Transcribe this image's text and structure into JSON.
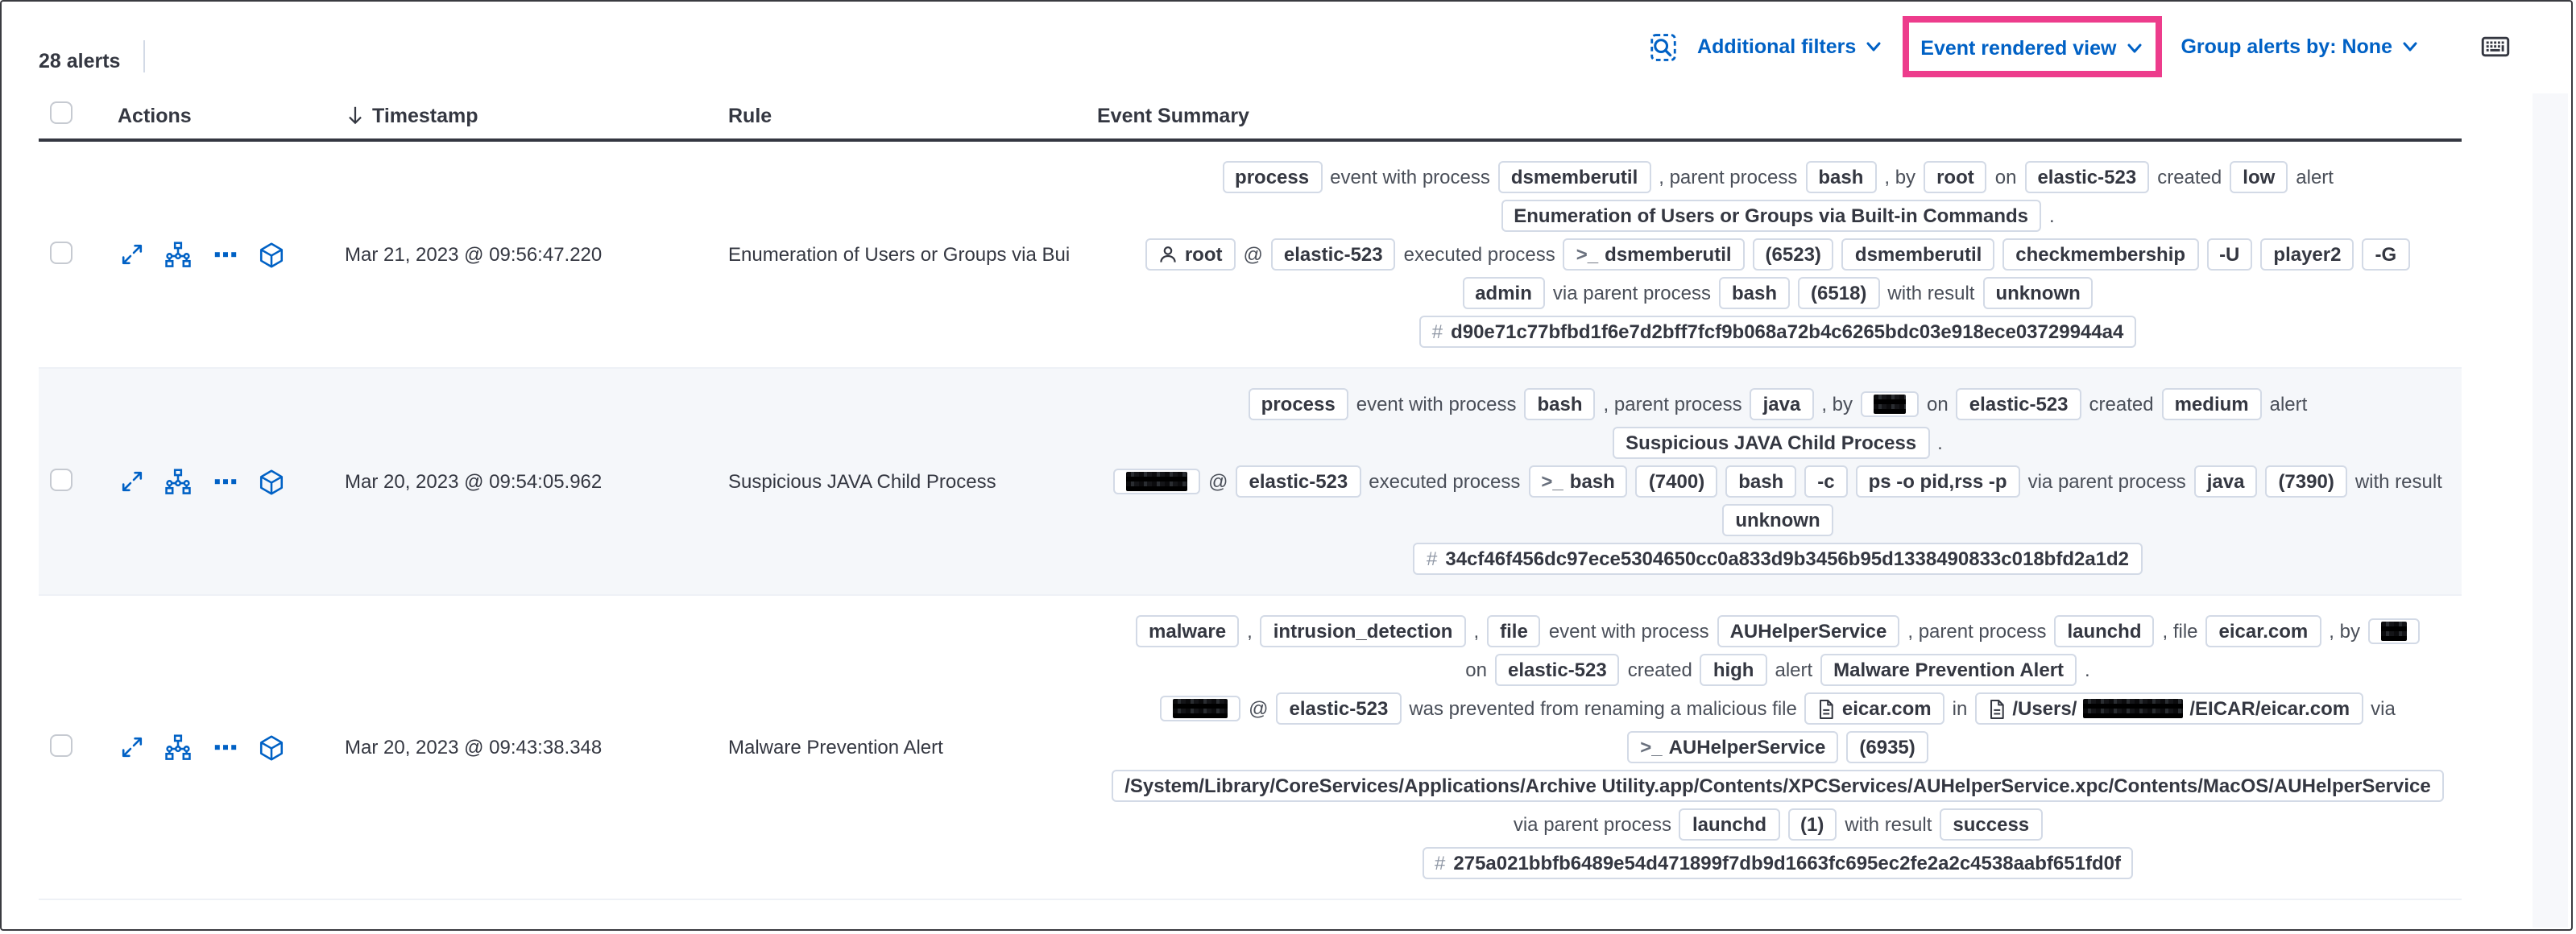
{
  "alert_count": "28 alerts",
  "toolbar": {
    "inspect_icon": "inspect-icon",
    "additional_filters_label": "Additional filters",
    "view_selector_label": "Event rendered view",
    "group_alerts_label": "Group alerts by: None",
    "keyboard_icon": "keyboard-icon",
    "annotation_highlight_color": "#ed3c8c"
  },
  "colors": {
    "link_blue": "#0061c5",
    "text": "#343741",
    "badge_border": "#d3dae6",
    "row_stripe": "#f5f7fa",
    "header_rule": "#343741"
  },
  "table": {
    "headers": {
      "actions": "Actions",
      "timestamp": "Timestamp",
      "rule": "Rule",
      "summary": "Event Summary"
    },
    "sort": "descending",
    "rows": [
      {
        "striped": false,
        "timestamp": "Mar 21, 2023 @ 09:56:47.220",
        "rule": "Enumeration of Users or Groups via Bui",
        "summary": [
          [
            {
              "t": "badge",
              "v": "process"
            },
            {
              "t": "text",
              "v": "event with process"
            },
            {
              "t": "badge",
              "v": "dsmemberutil"
            },
            {
              "t": "text",
              "v": ", parent process"
            },
            {
              "t": "badge",
              "v": "bash"
            },
            {
              "t": "text",
              "v": ", by"
            },
            {
              "t": "badge",
              "v": "root"
            },
            {
              "t": "text",
              "v": "on"
            },
            {
              "t": "badge",
              "v": "elastic-523"
            },
            {
              "t": "text",
              "v": "created"
            },
            {
              "t": "badge",
              "v": "low"
            },
            {
              "t": "text",
              "v": "alert"
            }
          ],
          [
            {
              "t": "badge",
              "v": "Enumeration of Users or Groups via Built-in Commands"
            },
            {
              "t": "text",
              "v": "."
            }
          ],
          [
            {
              "t": "badge",
              "v": "root",
              "icon": "user-icon"
            },
            {
              "t": "text",
              "v": "@"
            },
            {
              "t": "badge",
              "v": "elastic-523"
            },
            {
              "t": "text",
              "v": "executed process"
            },
            {
              "t": "badge",
              "v": "dsmemberutil",
              "icon": "terminal-icon"
            },
            {
              "t": "badge",
              "v": "(6523)"
            },
            {
              "t": "badge",
              "v": "dsmemberutil"
            },
            {
              "t": "badge",
              "v": "checkmembership"
            },
            {
              "t": "badge",
              "v": "-U"
            },
            {
              "t": "badge",
              "v": "player2"
            },
            {
              "t": "badge",
              "v": "-G"
            }
          ],
          [
            {
              "t": "badge",
              "v": "admin"
            },
            {
              "t": "text",
              "v": "via parent process"
            },
            {
              "t": "badge",
              "v": "bash"
            },
            {
              "t": "badge",
              "v": "(6518)"
            },
            {
              "t": "text",
              "v": "with result"
            },
            {
              "t": "badge",
              "v": "unknown"
            }
          ],
          [
            {
              "t": "badge",
              "v": "d90e71c77bfbd1f6e7d2bff7fcf9b068a72b4c6265bdc03e918ece03729944a4",
              "icon": "hash-icon"
            }
          ]
        ]
      },
      {
        "striped": true,
        "timestamp": "Mar 20, 2023 @ 09:54:05.962",
        "rule": "Suspicious JAVA Child Process",
        "summary": [
          [
            {
              "t": "badge",
              "v": "process"
            },
            {
              "t": "text",
              "v": "event with process"
            },
            {
              "t": "badge",
              "v": "bash"
            },
            {
              "t": "text",
              "v": ", parent process"
            },
            {
              "t": "badge",
              "v": "java"
            },
            {
              "t": "text",
              "v": ", by"
            },
            {
              "t": "badge",
              "redacted": true,
              "w": 20
            },
            {
              "t": "text",
              "v": "on"
            },
            {
              "t": "badge",
              "v": "elastic-523"
            },
            {
              "t": "text",
              "v": "created"
            },
            {
              "t": "badge",
              "v": "medium"
            },
            {
              "t": "text",
              "v": "alert"
            }
          ],
          [
            {
              "t": "badge",
              "v": "Suspicious JAVA Child Process"
            },
            {
              "t": "text",
              "v": "."
            }
          ],
          [
            {
              "t": "badge",
              "redacted": true,
              "w": 38
            },
            {
              "t": "text",
              "v": "@"
            },
            {
              "t": "badge",
              "v": "elastic-523"
            },
            {
              "t": "text",
              "v": "executed process"
            },
            {
              "t": "badge",
              "v": "bash",
              "icon": "terminal-icon"
            },
            {
              "t": "badge",
              "v": "(7400)"
            },
            {
              "t": "badge",
              "v": "bash"
            },
            {
              "t": "badge",
              "v": "-c"
            },
            {
              "t": "badge",
              "v": "ps -o pid,rss -p"
            },
            {
              "t": "text",
              "v": "via parent process"
            },
            {
              "t": "badge",
              "v": "java"
            },
            {
              "t": "badge",
              "v": "(7390)"
            },
            {
              "t": "text",
              "v": "with result"
            }
          ],
          [
            {
              "t": "badge",
              "v": "unknown"
            }
          ],
          [
            {
              "t": "badge",
              "v": "34cf46f456dc97ece5304650cc0a833d9b3456b95d1338490833c018bfd2a1d2",
              "icon": "hash-icon"
            }
          ]
        ]
      },
      {
        "striped": false,
        "timestamp": "Mar 20, 2023 @ 09:43:38.348",
        "rule": "Malware Prevention Alert",
        "summary": [
          [
            {
              "t": "badge",
              "v": "malware"
            },
            {
              "t": "text",
              "v": ","
            },
            {
              "t": "badge",
              "v": "intrusion_detection"
            },
            {
              "t": "text",
              "v": ","
            },
            {
              "t": "badge",
              "v": "file"
            },
            {
              "t": "text",
              "v": "event with process"
            },
            {
              "t": "badge",
              "v": "AUHelperService"
            },
            {
              "t": "text",
              "v": ", parent process"
            },
            {
              "t": "badge",
              "v": "launchd"
            },
            {
              "t": "text",
              "v": ", file"
            },
            {
              "t": "badge",
              "v": "eicar.com"
            },
            {
              "t": "text",
              "v": ", by"
            },
            {
              "t": "badge",
              "redacted": true,
              "w": 16
            }
          ],
          [
            {
              "t": "text",
              "v": "on"
            },
            {
              "t": "badge",
              "v": "elastic-523"
            },
            {
              "t": "text",
              "v": "created"
            },
            {
              "t": "badge",
              "v": "high"
            },
            {
              "t": "text",
              "v": "alert"
            },
            {
              "t": "badge",
              "v": "Malware Prevention Alert"
            },
            {
              "t": "text",
              "v": "."
            }
          ],
          [
            {
              "t": "badge",
              "redacted": true,
              "w": 34
            },
            {
              "t": "text",
              "v": "@"
            },
            {
              "t": "badge",
              "v": "elastic-523"
            },
            {
              "t": "text",
              "v": "was prevented from renaming a malicious file"
            },
            {
              "t": "badge",
              "v": "eicar.com",
              "icon": "file-icon"
            },
            {
              "t": "text",
              "v": "in"
            },
            {
              "t": "badge",
              "icon": "file-icon",
              "chunks": [
                {
                  "k": "txt",
                  "v": "/Users/"
                },
                {
                  "k": "red",
                  "w": 62
                },
                {
                  "k": "txt",
                  "v": "/EICAR/eicar.com"
                }
              ]
            },
            {
              "t": "text",
              "v": "via"
            }
          ],
          [
            {
              "t": "badge",
              "v": "AUHelperService",
              "icon": "terminal-icon"
            },
            {
              "t": "badge",
              "v": "(6935)"
            }
          ],
          [
            {
              "t": "badge",
              "v": "/System/Library/CoreServices/Applications/Archive Utility.app/Contents/XPCServices/AUHelperService.xpc/Contents/MacOS/AUHelperService"
            }
          ],
          [
            {
              "t": "text",
              "v": "via parent process"
            },
            {
              "t": "badge",
              "v": "launchd"
            },
            {
              "t": "badge",
              "v": "(1)"
            },
            {
              "t": "text",
              "v": "with result"
            },
            {
              "t": "badge",
              "v": "success"
            }
          ],
          [
            {
              "t": "badge",
              "v": "275a021bbfb6489e54d471899f7db9d1663fc695ec2fe2a2c4538aabf651fd0f",
              "icon": "hash-icon"
            }
          ]
        ]
      }
    ]
  }
}
